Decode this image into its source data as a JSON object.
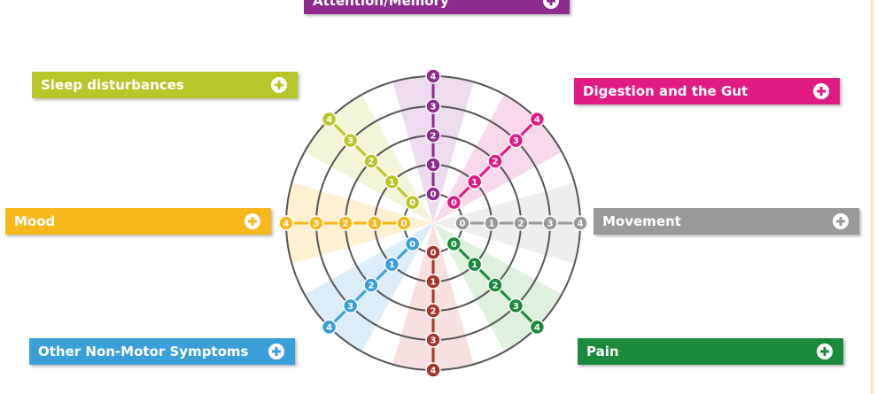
{
  "categories": [
    {
      "key": "attention",
      "label": "Attention/Memory",
      "color": "#8e2b8e",
      "light": "#eddcee",
      "action_icon": "plus-circle-icon",
      "levels": [
        "0",
        "1",
        "2",
        "3",
        "4"
      ]
    },
    {
      "key": "digestion",
      "label": "Digestion and the Gut",
      "color": "#e01b84",
      "light": "#f8d9e9",
      "action_icon": "plus-circle-icon",
      "levels": [
        "0",
        "1",
        "2",
        "3",
        "4"
      ]
    },
    {
      "key": "movement",
      "label": "Movement",
      "color": "#999999",
      "light": "#eeeeee",
      "action_icon": "plus-circle-icon",
      "levels": [
        "0",
        "1",
        "2",
        "3",
        "4"
      ]
    },
    {
      "key": "pain",
      "label": "Pain",
      "color": "#1b8a3c",
      "light": "#dff0df",
      "action_icon": "plus-circle-icon",
      "levels": [
        "0",
        "1",
        "2",
        "3",
        "4"
      ]
    },
    {
      "key": "other",
      "label": "Other Non-Motor Symptoms",
      "color": "#3a9fd9",
      "light": "#dcedf8",
      "action_icon": "plus-circle-icon",
      "levels": [
        "0",
        "1",
        "2",
        "3",
        "4"
      ]
    },
    {
      "key": "sleep",
      "label": "Sleep disturbances",
      "color": "#b8c62a",
      "light": "#f3f5d9",
      "action_icon": "plus-circle-icon",
      "levels": [
        "0",
        "1",
        "2",
        "3",
        "4"
      ]
    },
    {
      "key": "mood",
      "label": "Mood",
      "color": "#f7b81b",
      "light": "#fdf1d1",
      "action_icon": "plus-circle-icon",
      "levels": [
        "0",
        "1",
        "2",
        "3",
        "4"
      ]
    }
  ],
  "axes": [
    {
      "category": "attention",
      "direction": "up"
    },
    {
      "category": "digestion",
      "direction": "upper-right"
    },
    {
      "category": "movement",
      "direction": "right"
    },
    {
      "category": "pain",
      "direction": "lower-right"
    },
    {
      "category": "unlabeled-red",
      "color": "#a8352c",
      "direction": "down",
      "levels": [
        "0",
        "1",
        "2",
        "3",
        "4"
      ]
    },
    {
      "category": "other",
      "direction": "lower-left"
    },
    {
      "category": "mood",
      "direction": "left"
    },
    {
      "category": "sleep",
      "direction": "upper-left"
    }
  ],
  "ring_color": "#555555"
}
